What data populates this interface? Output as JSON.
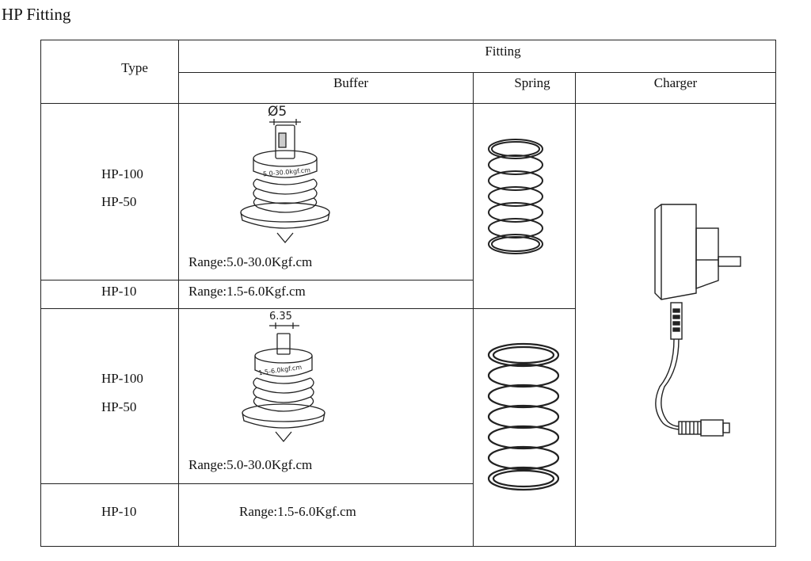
{
  "title": "HP Fitting",
  "table": {
    "header": {
      "type": "Type",
      "fitting": "Fitting",
      "buffer": "Buffer",
      "spring": "Spring",
      "charger": "Charger"
    },
    "rows": [
      {
        "type_lines": [
          "HP-100",
          "HP-50"
        ],
        "range": "Range:5.0-30.0Kgf.cm"
      },
      {
        "type_lines": [
          "HP-10"
        ],
        "range": "Range:1.5-6.0Kgf.cm"
      },
      {
        "type_lines": [
          "HP-100",
          "HP-50"
        ],
        "range": "Range:5.0-30.0Kgf.cm"
      },
      {
        "type_lines": [
          "HP-10"
        ],
        "range": "Range:1.5-6.0Kgf.cm"
      }
    ]
  },
  "figures": {
    "buffer_small": {
      "dimension": "Ø5",
      "label": "5.0-30.0kgf.cm"
    },
    "buffer_large": {
      "dimension": "6.35",
      "label": "1.5-6.0kgf.cm"
    },
    "spring_small": {
      "icon": "spring-icon"
    },
    "spring_large": {
      "icon": "spring-icon"
    },
    "charger": {
      "icon": "charger-icon"
    }
  }
}
